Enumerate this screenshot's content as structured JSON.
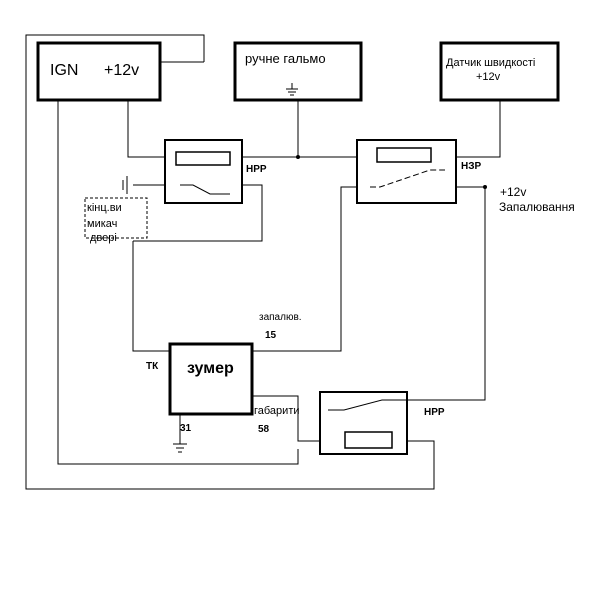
{
  "components": {
    "ign": {
      "name": "IGN",
      "voltage": "+12v"
    },
    "handbrake": {
      "name": "ручне гальмо"
    },
    "speed_sensor": {
      "name": "Датчик швидкості",
      "voltage": "+12v"
    },
    "relay_top_left": {
      "name": "НРР"
    },
    "relay_top_right": {
      "name": "НЗР"
    },
    "relay_bottom": {
      "name": "НРР"
    },
    "door_switch": {
      "line1": "кінц.ви",
      "line2": "микач",
      "line3": "двері"
    },
    "ignition_supply": {
      "line1": "+12v",
      "line2": "Запалювання"
    },
    "buzzer": {
      "name": "зумер",
      "prefix": "ТК"
    },
    "terminals": {
      "ignition_label": "запалюв.",
      "ignition_pin": "15",
      "ground_pin": "31",
      "lights_label": "габарити",
      "lights_pin": "58"
    }
  }
}
